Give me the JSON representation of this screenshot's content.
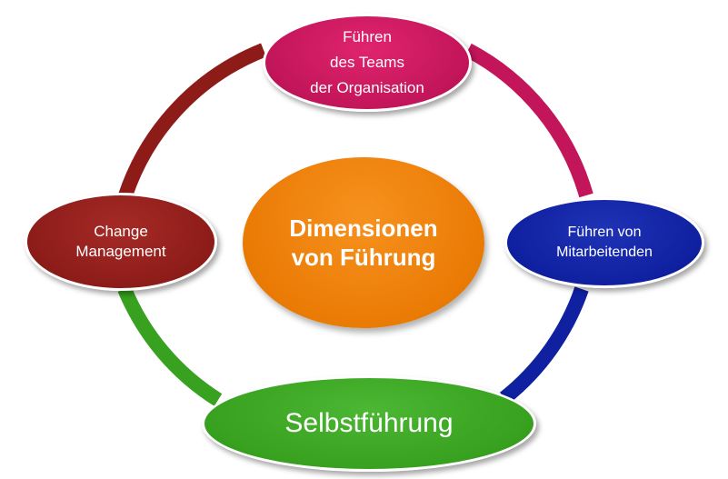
{
  "diagram": {
    "center": {
      "lines": [
        "Dimensionen",
        "von Führung"
      ],
      "color": "#ea7b05"
    },
    "top": {
      "lines": [
        "Führen",
        "des Teams",
        "der Organisation"
      ],
      "color": "#c2155a"
    },
    "right": {
      "lines": [
        "Führen von",
        "Mitarbeitenden"
      ],
      "color": "#0f20a0"
    },
    "bottom": {
      "lines": [
        "Selbstführung"
      ],
      "color": "#38a11f"
    },
    "left": {
      "lines": [
        "Change",
        "Management"
      ],
      "color": "#8d1c19"
    },
    "ring_segments": [
      {
        "from": "top",
        "to": "right",
        "color": "#c2155a"
      },
      {
        "from": "right",
        "to": "bottom",
        "color": "#0f20a0"
      },
      {
        "from": "bottom",
        "to": "left",
        "color": "#38a11f"
      },
      {
        "from": "left",
        "to": "top",
        "color": "#8d1c19"
      }
    ]
  }
}
